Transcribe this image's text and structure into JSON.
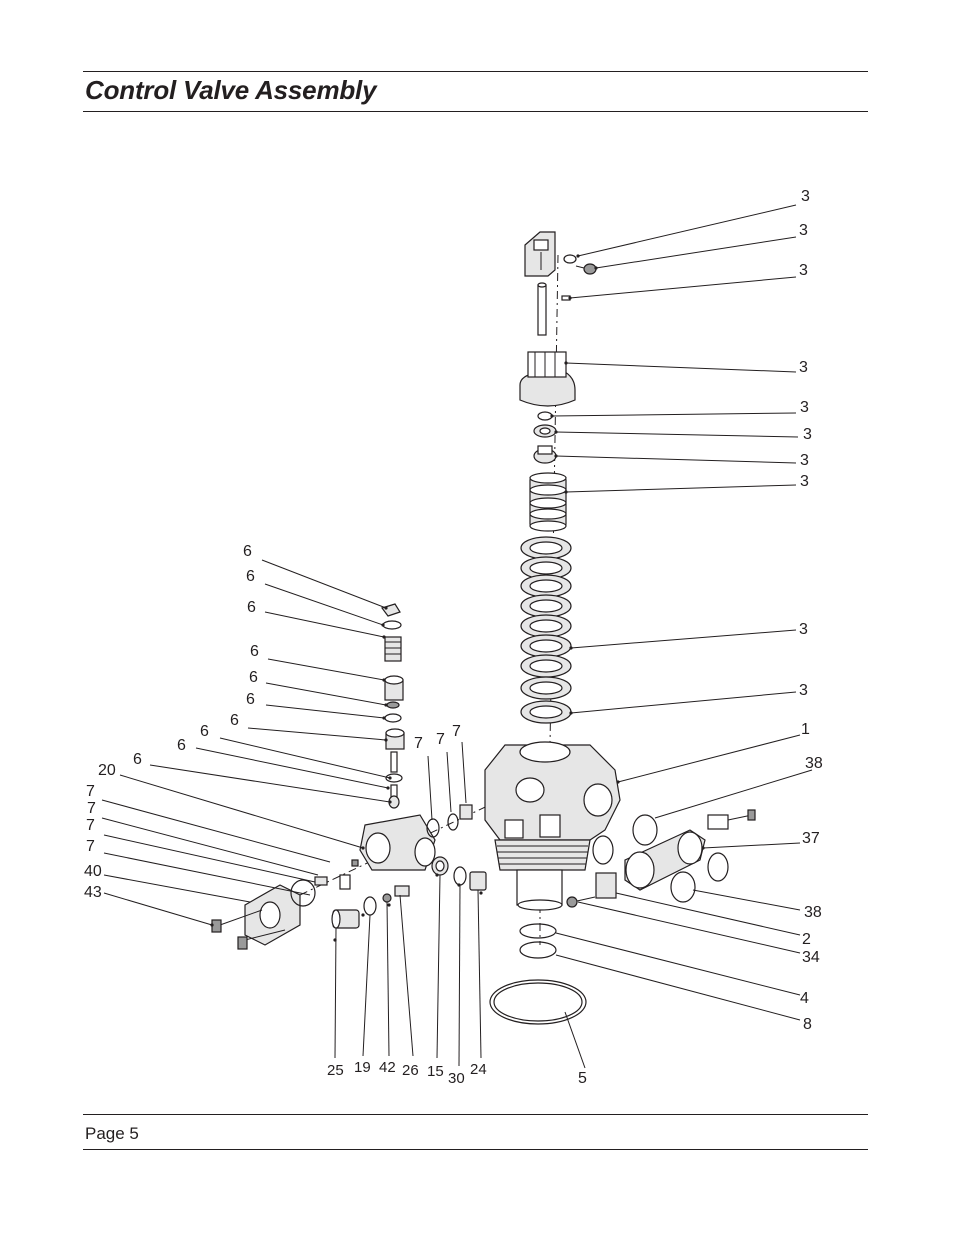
{
  "header": {
    "title": "Control Valve Assembly"
  },
  "footer": {
    "page_label": "Page 5"
  },
  "callouts": {
    "right": [
      "3",
      "3",
      "3",
      "3",
      "3",
      "3",
      "3",
      "3",
      "3",
      "3",
      "1",
      "38",
      "37",
      "38",
      "2",
      "34",
      "4",
      "8"
    ],
    "left": [
      "6",
      "6",
      "6",
      "6",
      "6",
      "6",
      "6",
      "6",
      "6",
      "20",
      "7",
      "7",
      "7",
      "7",
      "40",
      "43"
    ],
    "upper": [
      "7",
      "7",
      "7"
    ],
    "bottom": [
      "25",
      "19",
      "42",
      "26",
      "15",
      "30",
      "24",
      "5"
    ]
  }
}
